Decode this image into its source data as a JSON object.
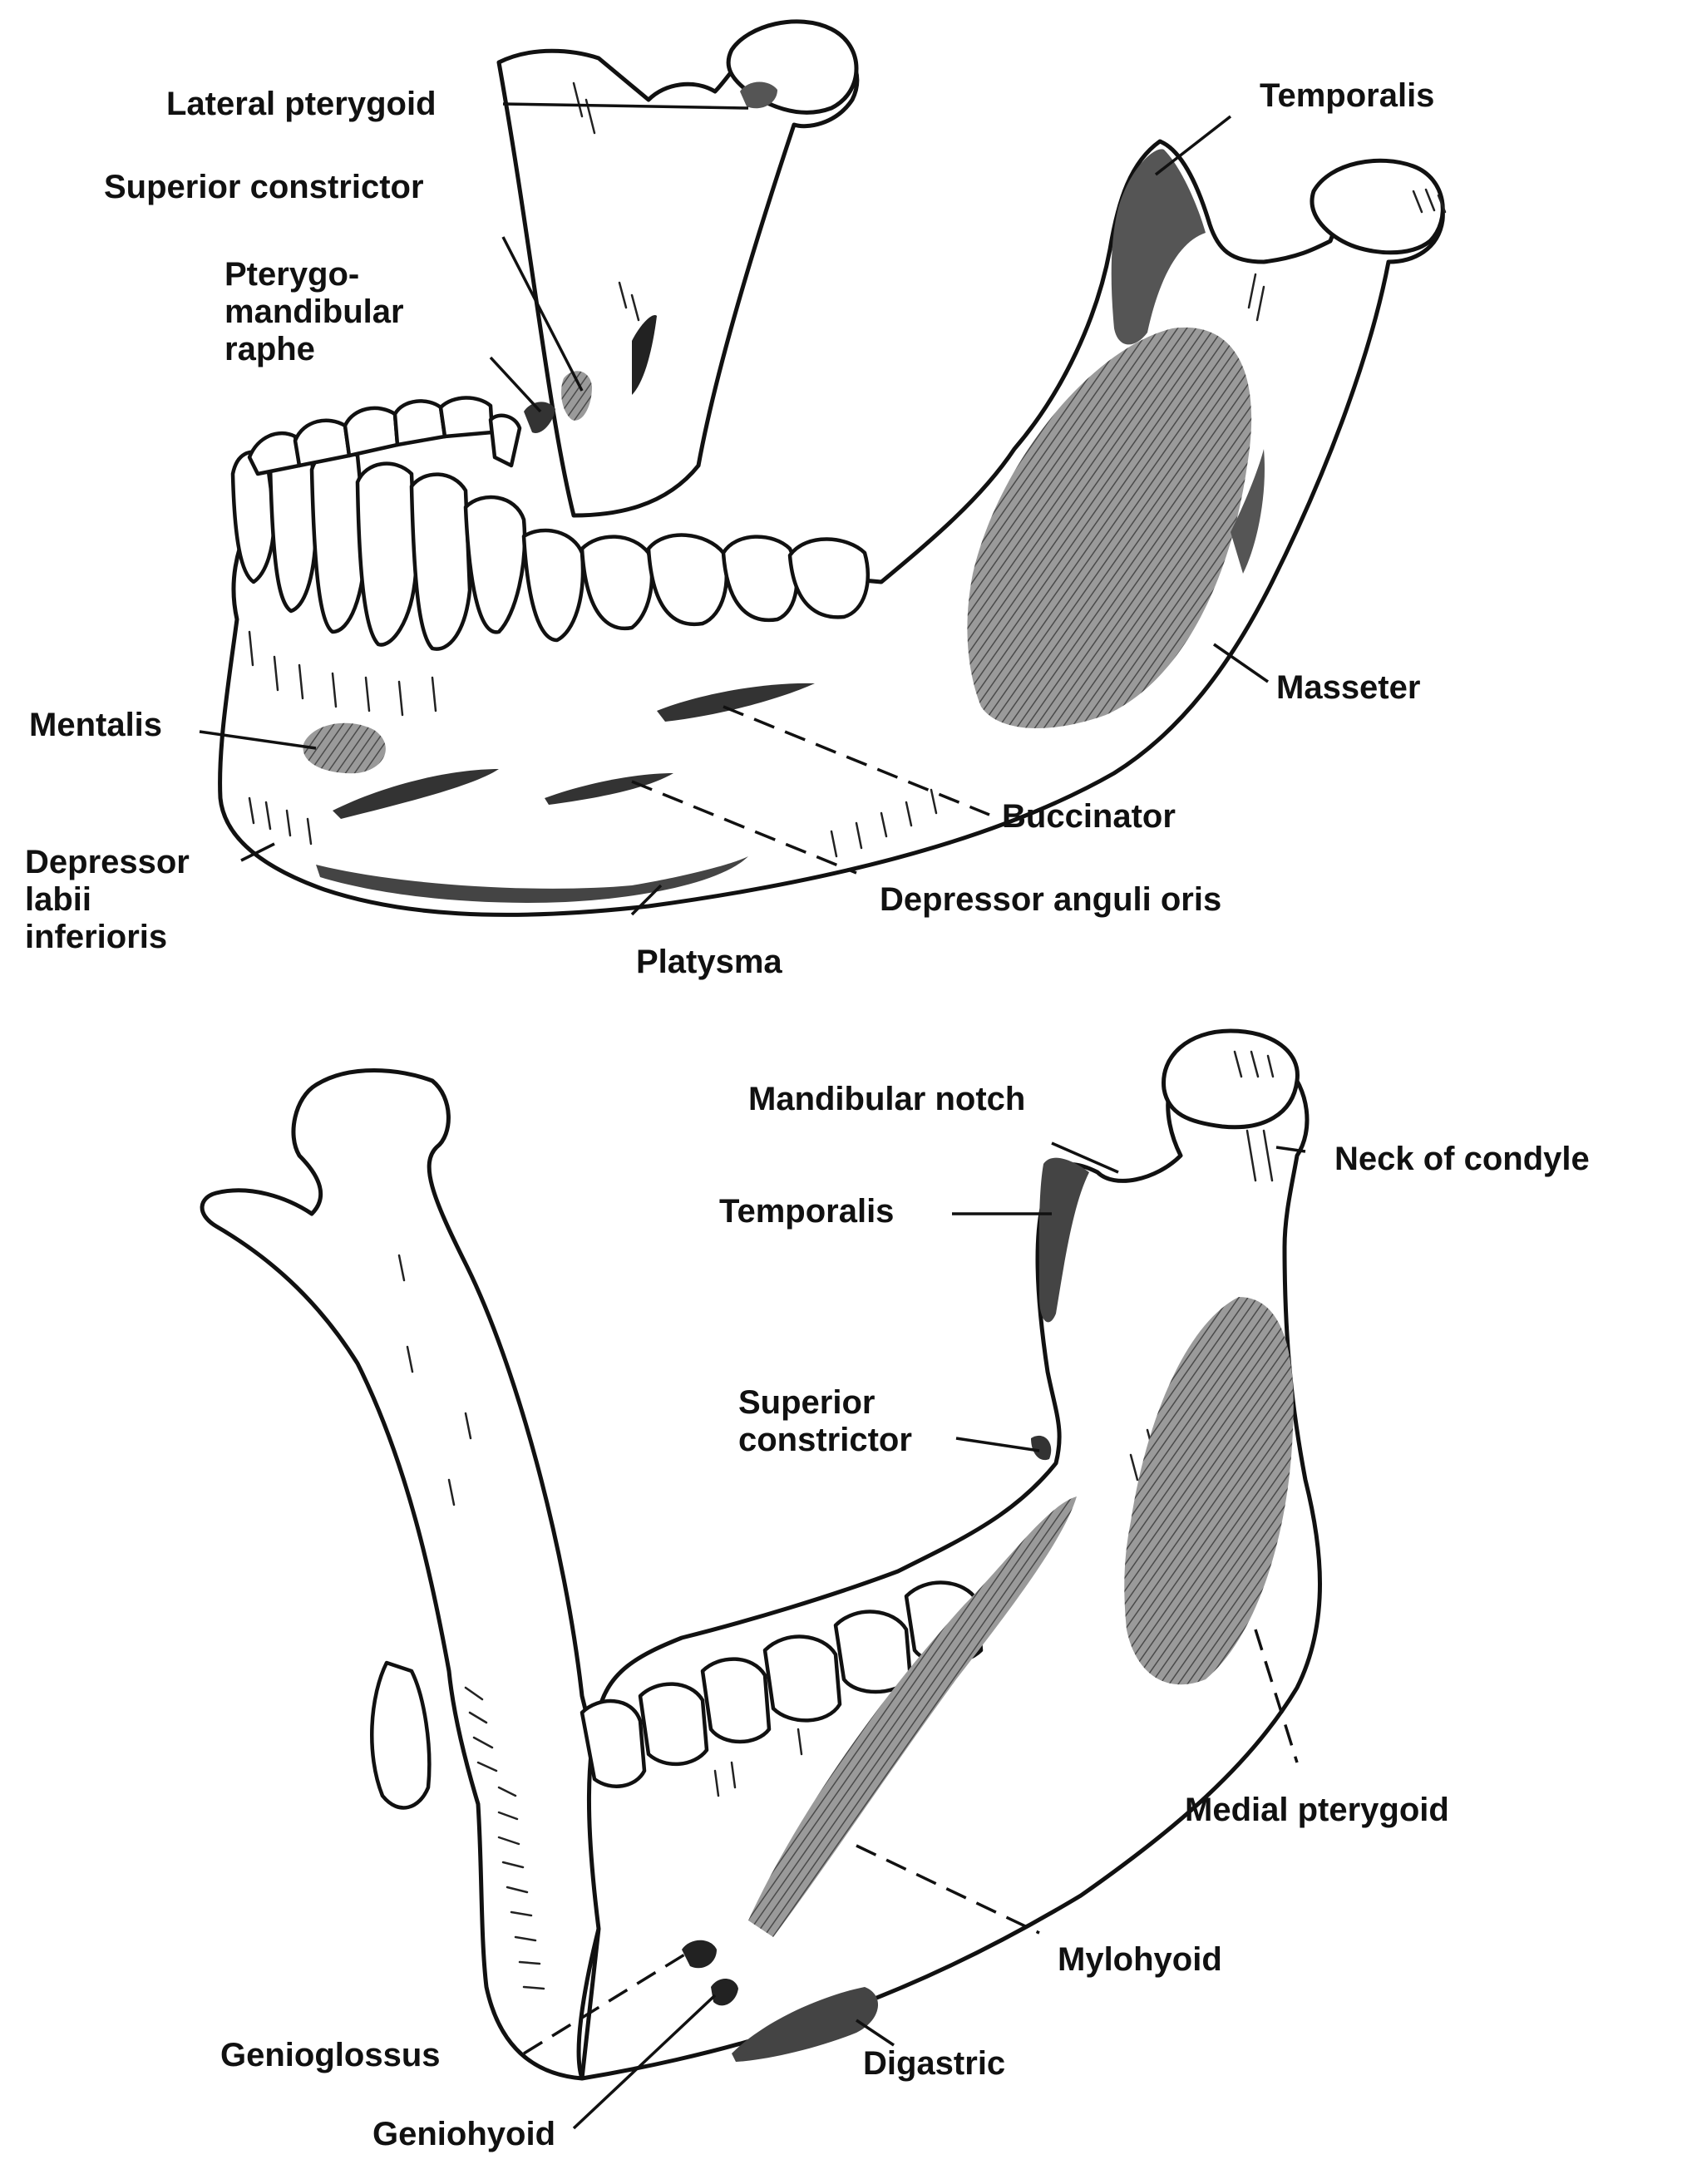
{
  "colors": {
    "ink": "#111111",
    "muscle_fill": "#8a8a8a",
    "muscle_dark": "#555555",
    "background": "#ffffff"
  },
  "lateral_view": {
    "labels": {
      "lateral_pterygoid": "Lateral pterygoid",
      "superior_constrictor": "Superior constrictor",
      "pterygomandibular_raphe": [
        "Pterygo-",
        "mandibular",
        "raphe"
      ],
      "temporalis": "Temporalis",
      "mentalis": "Mentalis",
      "masseter": "Masseter",
      "buccinator": "Buccinator",
      "depressor_labii_inferioris": [
        "Depressor",
        "labii",
        "inferioris"
      ],
      "depressor_anguli_oris": "Depressor anguli oris",
      "platysma": "Platysma"
    }
  },
  "medial_view": {
    "labels": {
      "mandibular_notch": "Mandibular notch",
      "neck_of_condyle": "Neck of condyle",
      "temporalis": "Temporalis",
      "superior_constrictor": [
        "Superior",
        "constrictor"
      ],
      "medial_pterygoid": "Medial pterygoid",
      "mylohyoid": "Mylohyoid",
      "genioglossus": "Genioglossus",
      "digastric": "Digastric",
      "geniohyoid": "Geniohyoid"
    }
  }
}
